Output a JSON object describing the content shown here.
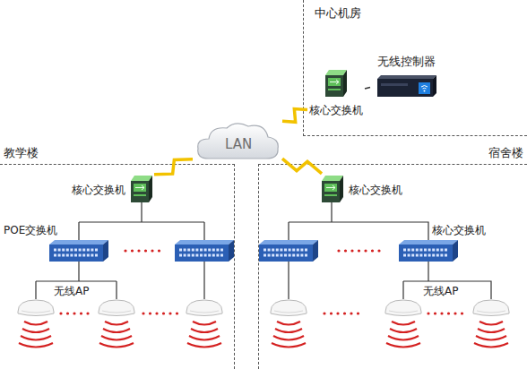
{
  "diagram": {
    "nodes": [
      {
        "text": [
          "中心机房"
        ]
      },
      {
        "text": [
          "核心交换机"
        ],
        "in": 0
      },
      {
        "text": [
          "无线控制器"
        ],
        "in": 0
      },
      {
        "text": [
          "LAN"
        ]
      },
      {
        "text": [
          "教学楼"
        ]
      },
      {
        "text": [
          "核心交换机"
        ],
        "in": 4
      },
      {
        "text": [
          "宿舍楼"
        ]
      },
      {
        "text": [
          "核心交换机"
        ],
        "in": 6
      }
    ],
    "edges": [
      {
        "from": 3,
        "to": 1,
        "arrow": "none"
      },
      {
        "from": 3,
        "to": 5,
        "arrow": "none"
      },
      {
        "from": 3,
        "to": 7,
        "arrow": "none"
      },
      {
        "from": 1,
        "to": 2,
        "arrow": "none"
      }
    ],
    "labels": [
      "POE交换机",
      "无线AP",
      "核心交换机",
      "无线AP"
    ]
  }
}
